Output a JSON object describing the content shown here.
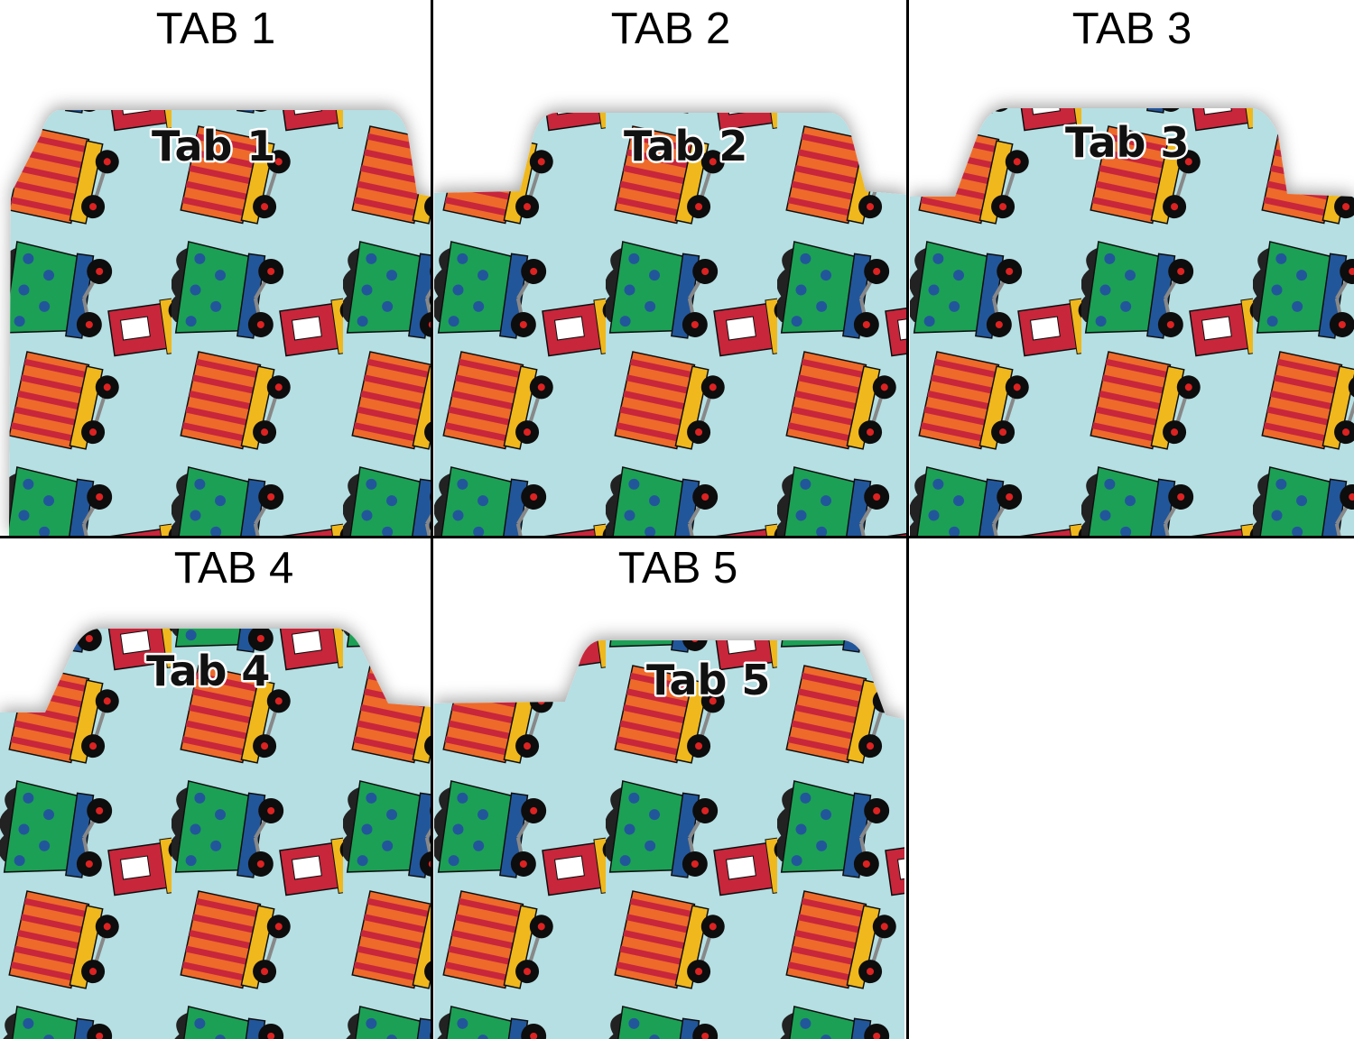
{
  "captions": [
    "TAB 1",
    "TAB 2",
    "TAB 3",
    "TAB 4",
    "TAB 5"
  ],
  "tab_labels": [
    "Tab 1",
    "Tab 2",
    "Tab 3",
    "Tab 4",
    "Tab 5"
  ],
  "colors": {
    "background": "#b5dfe3",
    "car_green": "#1aa055",
    "car_blue": "#22569a",
    "car_red": "#c8283a",
    "car_orange": "#ee6a2a",
    "car_yellow": "#f0b81e",
    "car_purple": "#5a3a9a",
    "divider": "#000000"
  }
}
